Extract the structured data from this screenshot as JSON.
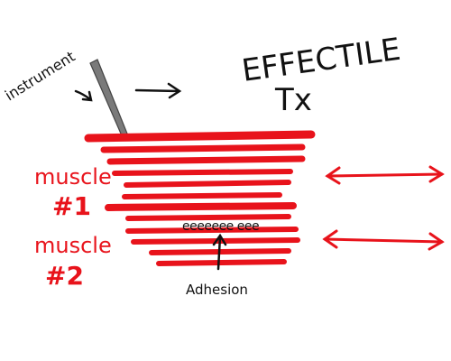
{
  "title_line1": "EFFECTILE",
  "title_line2": "Tx",
  "instrument_label": "instrument",
  "muscle1_label_word": "muscle",
  "muscle1_label_num": "#1",
  "muscle2_label_word": "muscle",
  "muscle2_label_num": "#2",
  "adhesion_label": "Adhesion",
  "adhesion_marks": "eeeeeee eee",
  "colors": {
    "muscle": "#e8131b",
    "ink": "#111111",
    "instrument": "#7a7a7a"
  }
}
